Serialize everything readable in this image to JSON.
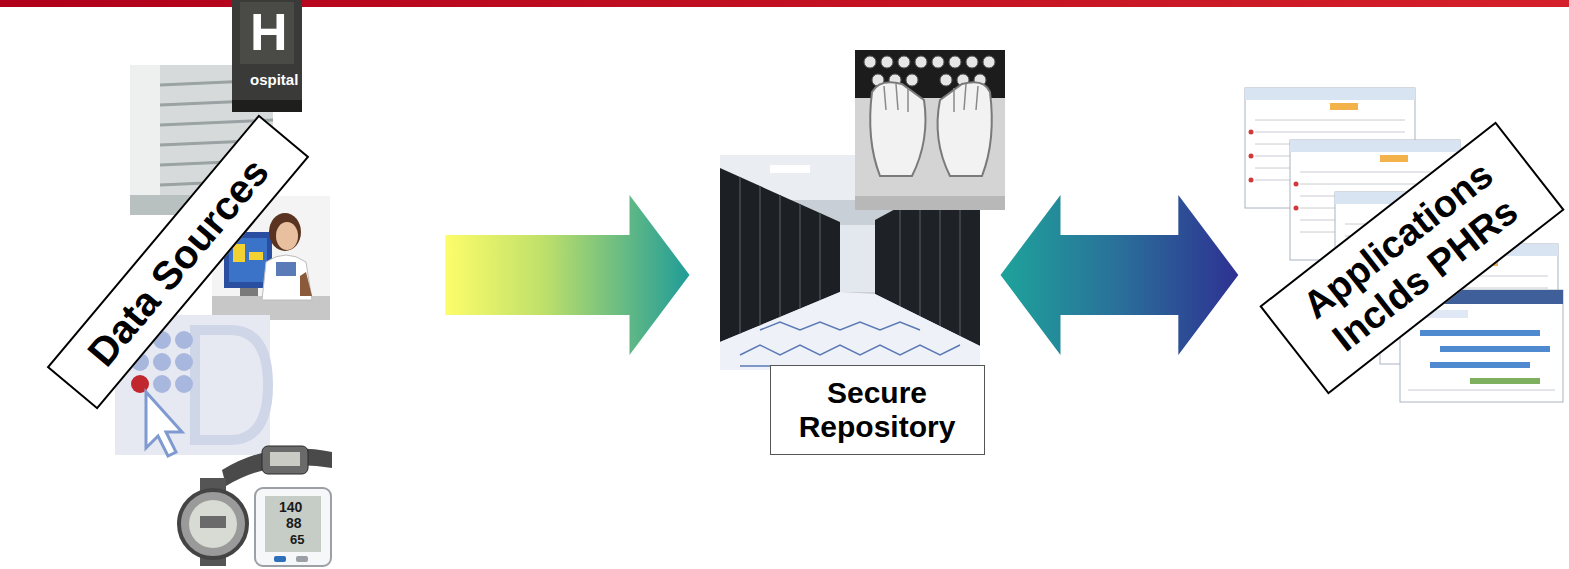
{
  "diagram": {
    "nodes": [
      {
        "text": [
          "Data Sources"
        ]
      },
      {
        "text": [
          "Secure Repository"
        ]
      },
      {
        "text": [
          "Applications Inclds PHRs"
        ]
      }
    ],
    "edges": [
      {
        "from": 0,
        "to": 1,
        "arrow": "to"
      },
      {
        "from": 1,
        "to": 2,
        "arrow": "both"
      }
    ],
    "labels": [
      "H",
      "ospital",
      "140",
      "88",
      "65"
    ]
  }
}
